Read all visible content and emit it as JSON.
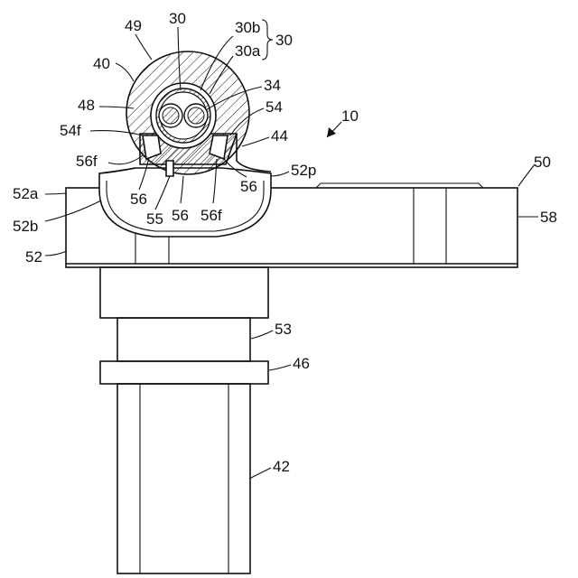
{
  "labels": {
    "l49": "49",
    "l30_top": "30",
    "l30b": "30b",
    "l30_brace": "30",
    "l30a": "30a",
    "l40": "40",
    "l34": "34",
    "l48": "48",
    "l54": "54",
    "l10": "10",
    "l54f": "54f",
    "l44": "44",
    "l56f_left": "56f",
    "l52p": "52p",
    "l50": "50",
    "l52a": "52a",
    "l56_a": "56",
    "l56_b": "56",
    "l58": "58",
    "l52b": "52b",
    "l55": "55",
    "l56_c": "56",
    "l56f_right": "56f",
    "l52": "52",
    "l53": "53",
    "l46": "46",
    "l42": "42"
  }
}
